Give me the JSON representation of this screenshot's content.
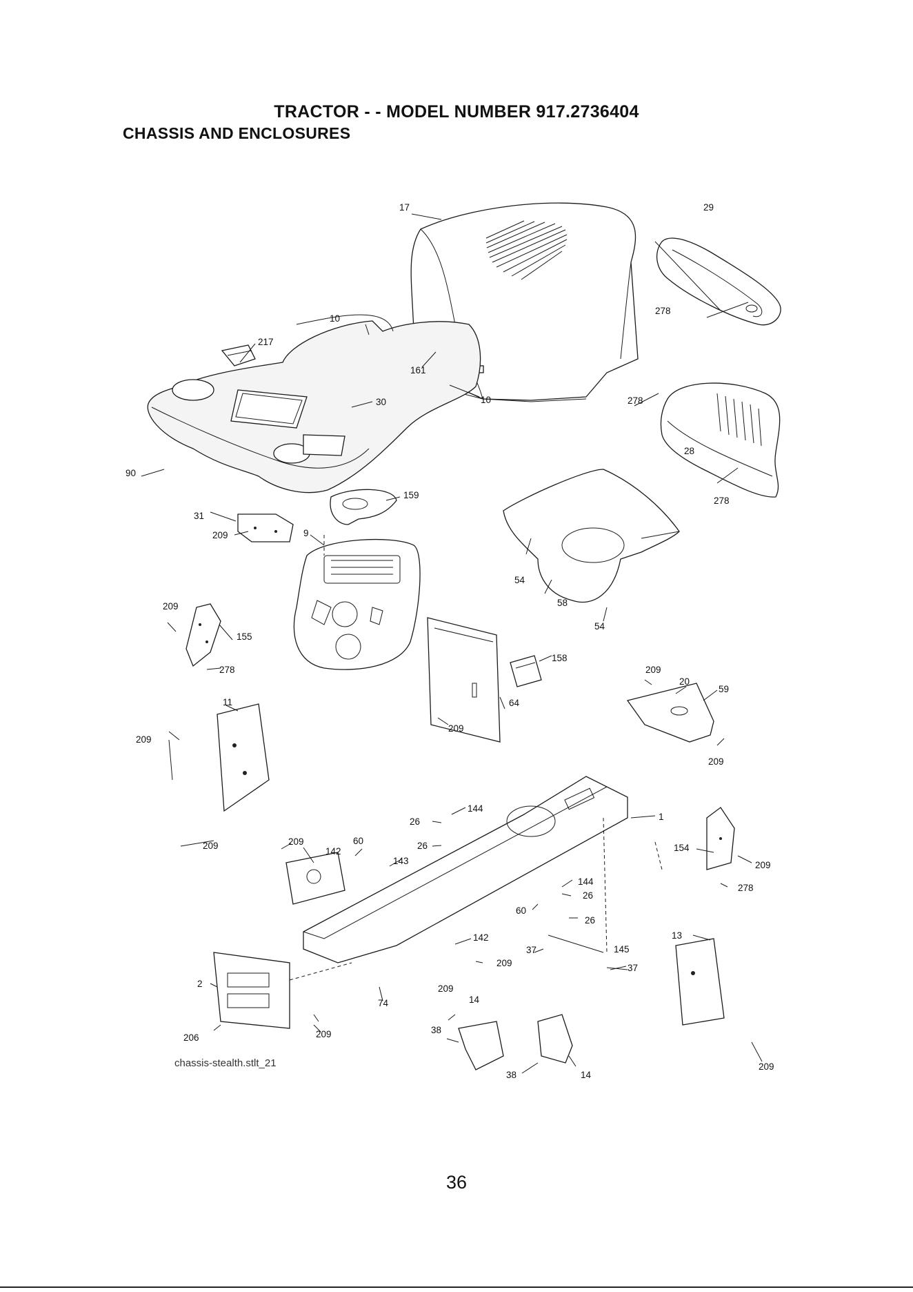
{
  "header": {
    "title": "TRACTOR - - MODEL NUMBER 917.2736404",
    "subtitle": "CHASSIS AND ENCLOSURES"
  },
  "figure": {
    "code": "chassis-stealth.stlt_21"
  },
  "callouts": [
    {
      "id": "c-17",
      "label": "17"
    },
    {
      "id": "c-29",
      "label": "29"
    },
    {
      "id": "c-278a",
      "label": "278"
    },
    {
      "id": "c-10a",
      "label": "10"
    },
    {
      "id": "c-217",
      "label": "217"
    },
    {
      "id": "c-161",
      "label": "161"
    },
    {
      "id": "c-10b",
      "label": "10"
    },
    {
      "id": "c-30",
      "label": "30"
    },
    {
      "id": "c-278b",
      "label": "278"
    },
    {
      "id": "c-28",
      "label": "28"
    },
    {
      "id": "c-278c",
      "label": "278"
    },
    {
      "id": "c-90",
      "label": "90"
    },
    {
      "id": "c-159",
      "label": "159"
    },
    {
      "id": "c-31",
      "label": "31"
    },
    {
      "id": "c-209a",
      "label": "209"
    },
    {
      "id": "c-9",
      "label": "9"
    },
    {
      "id": "c-54a",
      "label": "54"
    },
    {
      "id": "c-58",
      "label": "58"
    },
    {
      "id": "c-54b",
      "label": "54"
    },
    {
      "id": "c-209b",
      "label": "209"
    },
    {
      "id": "c-155",
      "label": "155"
    },
    {
      "id": "c-278d",
      "label": "278"
    },
    {
      "id": "c-158",
      "label": "158"
    },
    {
      "id": "c-209c",
      "label": "209"
    },
    {
      "id": "c-20",
      "label": "20"
    },
    {
      "id": "c-59",
      "label": "59"
    },
    {
      "id": "c-11",
      "label": "11"
    },
    {
      "id": "c-64",
      "label": "64"
    },
    {
      "id": "c-209d",
      "label": "209"
    },
    {
      "id": "c-209e",
      "label": "209"
    },
    {
      "id": "c-209f",
      "label": "209"
    },
    {
      "id": "c-144a",
      "label": "144"
    },
    {
      "id": "c-26a",
      "label": "26"
    },
    {
      "id": "c-1",
      "label": "1"
    },
    {
      "id": "c-209g",
      "label": "209"
    },
    {
      "id": "c-209h",
      "label": "209"
    },
    {
      "id": "c-60a",
      "label": "60"
    },
    {
      "id": "c-26b",
      "label": "26"
    },
    {
      "id": "c-142a",
      "label": "142"
    },
    {
      "id": "c-143",
      "label": "143"
    },
    {
      "id": "c-154",
      "label": "154"
    },
    {
      "id": "c-209i",
      "label": "209"
    },
    {
      "id": "c-144b",
      "label": "144"
    },
    {
      "id": "c-26c",
      "label": "26"
    },
    {
      "id": "c-278e",
      "label": "278"
    },
    {
      "id": "c-60b",
      "label": "60"
    },
    {
      "id": "c-26d",
      "label": "26"
    },
    {
      "id": "c-142b",
      "label": "142"
    },
    {
      "id": "c-13",
      "label": "13"
    },
    {
      "id": "c-37a",
      "label": "37"
    },
    {
      "id": "c-145",
      "label": "145"
    },
    {
      "id": "c-209j",
      "label": "209"
    },
    {
      "id": "c-37b",
      "label": "37"
    },
    {
      "id": "c-2",
      "label": "2"
    },
    {
      "id": "c-209k",
      "label": "209"
    },
    {
      "id": "c-74",
      "label": "74"
    },
    {
      "id": "c-14a",
      "label": "14"
    },
    {
      "id": "c-38a",
      "label": "38"
    },
    {
      "id": "c-206",
      "label": "206"
    },
    {
      "id": "c-209l",
      "label": "209"
    },
    {
      "id": "c-38b",
      "label": "38"
    },
    {
      "id": "c-14b",
      "label": "14"
    },
    {
      "id": "c-209m",
      "label": "209"
    }
  ],
  "footer": {
    "page_number": "36"
  }
}
